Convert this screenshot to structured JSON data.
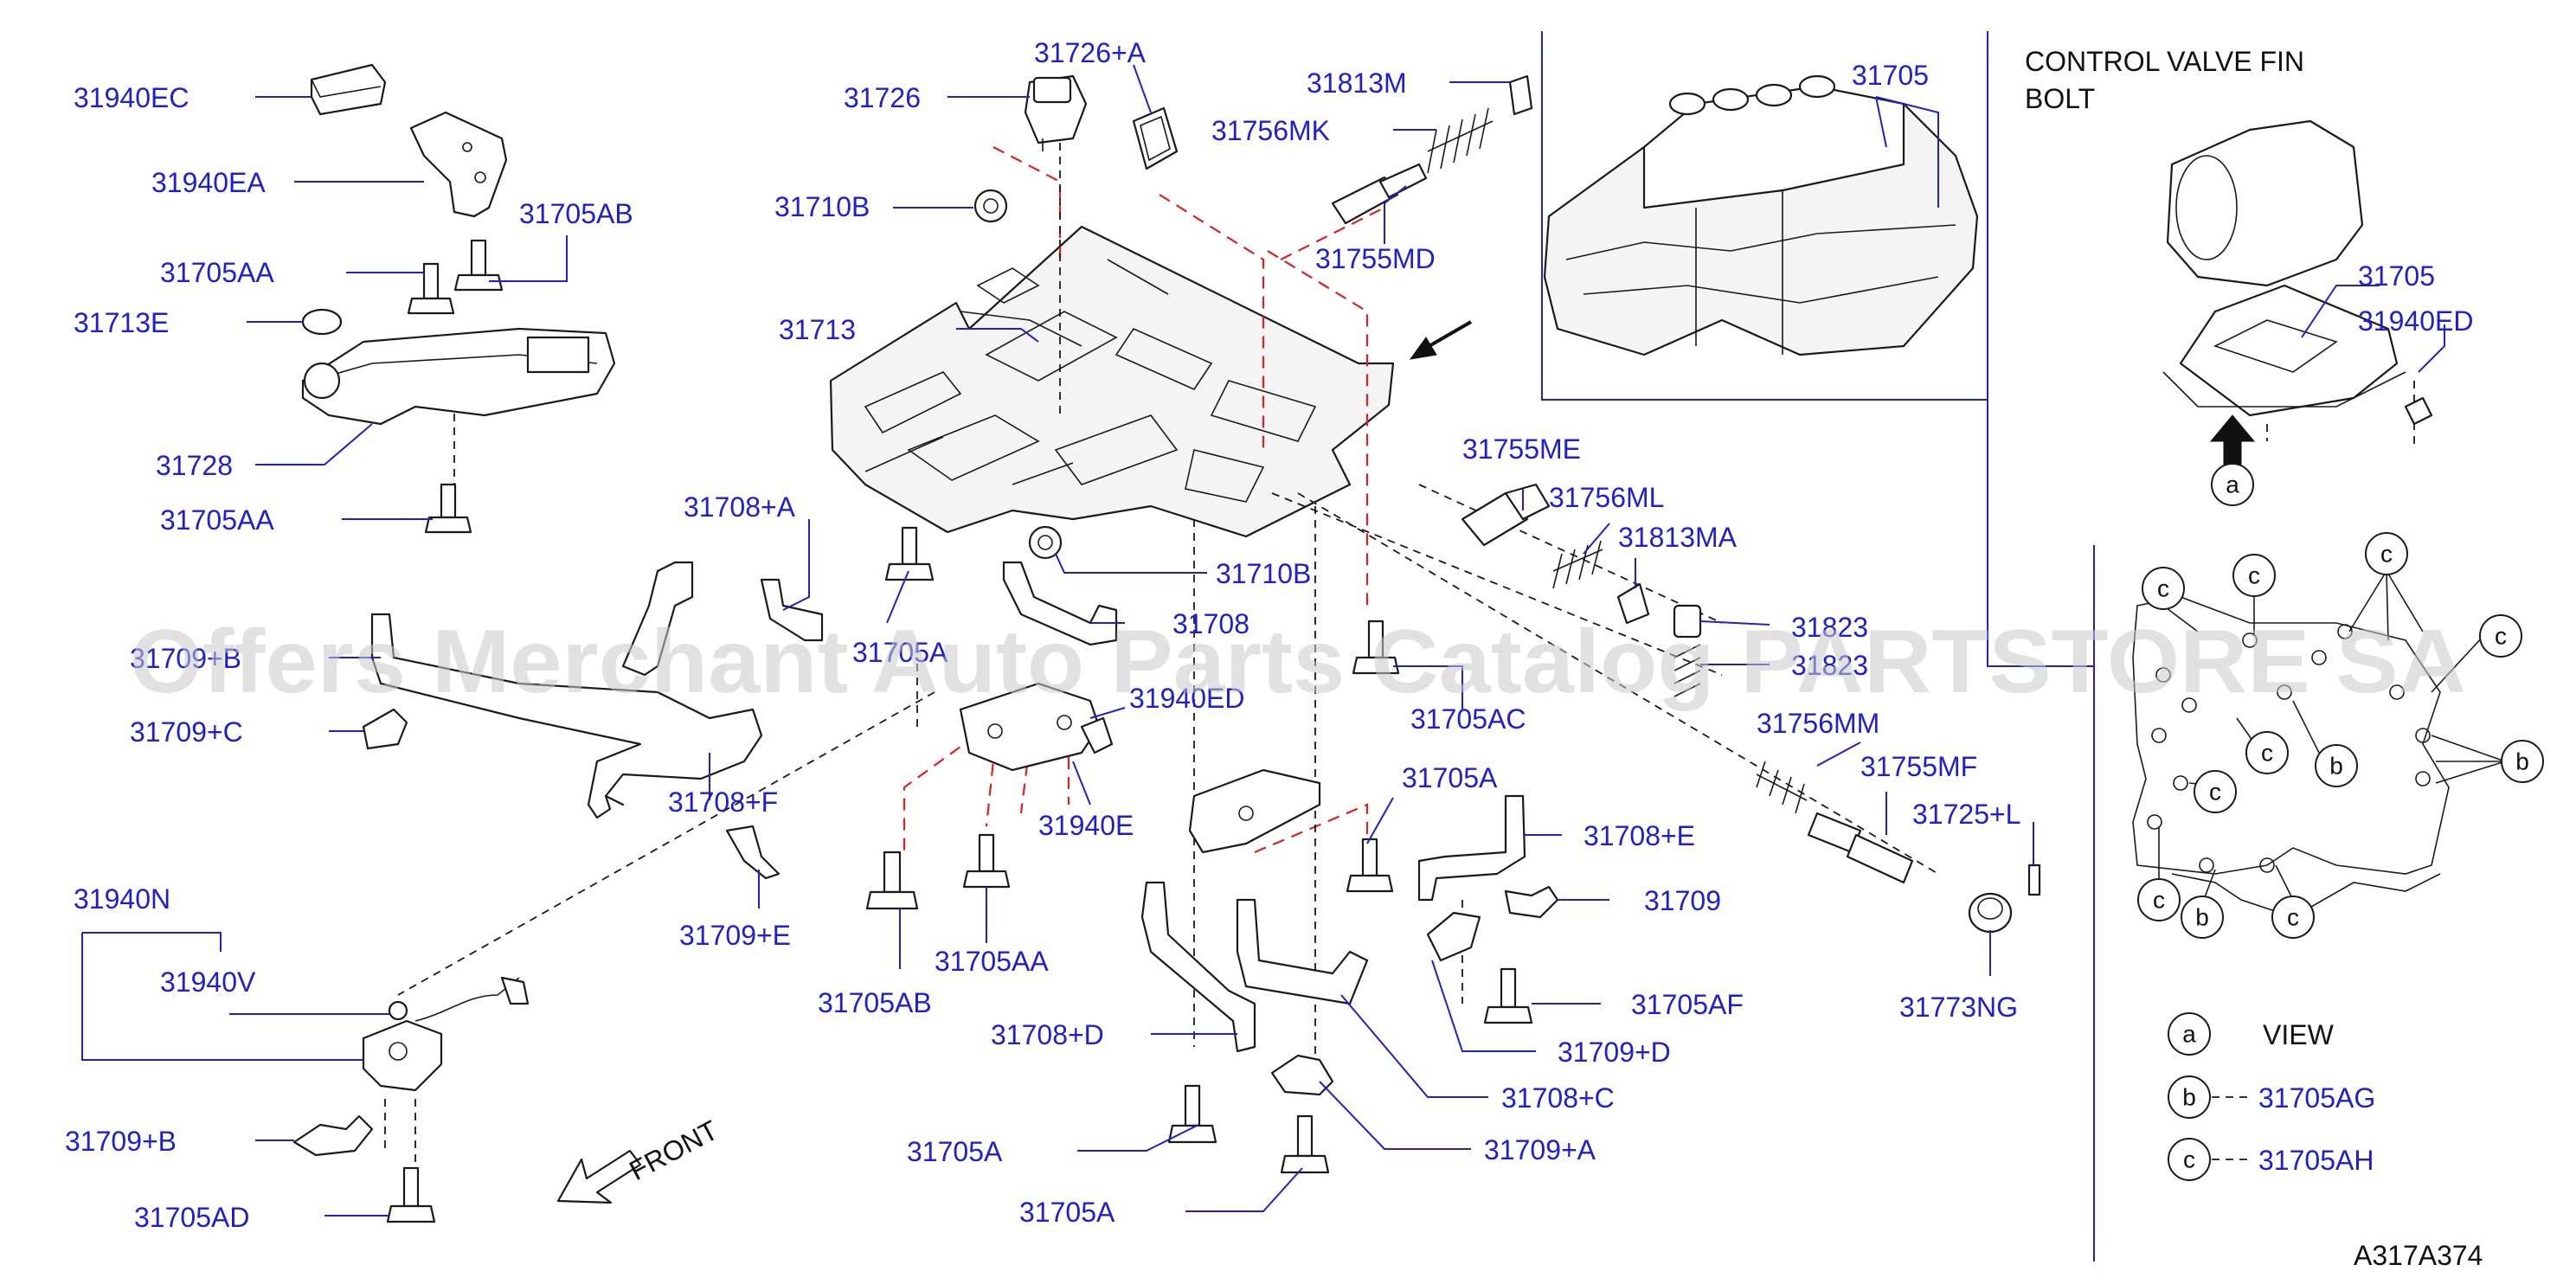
{
  "diagram_code": "A317A374",
  "watermark": "Offers Merchant Auto Parts Catalog PARTSTORE SA",
  "inset_title_line1": "CONTROL  VALVE  FIN",
  "inset_title_line2": "BOLT",
  "front_label": "FRONT",
  "view_label": "VIEW",
  "legend": {
    "a": "a",
    "b": "b",
    "c": "c",
    "b_part": "31705AG",
    "c_part": "31705AH"
  },
  "labels": {
    "l31940EC": "31940EC",
    "l31940EA": "31940EA",
    "l31705AB_top": "31705AB",
    "l31705AA_1": "31705AA",
    "l31713E": "31713E",
    "l31728": "31728",
    "l31705AA_2": "31705AA",
    "l31708A": "31708+A",
    "l31709B": "31709+B",
    "l31709C": "31709+C",
    "l31708F": "31708+F",
    "l31709E": "31709+E",
    "l31940N": "31940N",
    "l31940V": "31940V",
    "l31709Bb": "31709+B",
    "l31705AD": "31705AD",
    "l31726": "31726",
    "l31726A": "31726+A",
    "l31710B_1": "31710B",
    "l31713": "31713",
    "l31813M": "31813M",
    "l31756MK": "31756MK",
    "l31755MD": "31755MD",
    "l31705": "31705",
    "l31705A_1": "31705A",
    "l31710B_2": "31710B",
    "l31708": "31708",
    "l31940ED_m": "31940ED",
    "l31940E": "31940E",
    "l31705AB_2": "31705AB",
    "l31705AA_3": "31705AA",
    "l31755ME": "31755ME",
    "l31756ML": "31756ML",
    "l31813MA": "31813MA",
    "l31823": "31823",
    "l31823b": "31823",
    "l31705AC": "31705AC",
    "l31756MM": "31756MM",
    "l31755MF": "31755MF",
    "l31725L": "31725+L",
    "l31773NG": "31773NG",
    "l31705A_2": "31705A",
    "l31708E": "31708+E",
    "l31709": "31709",
    "l31705AF": "31705AF",
    "l31709D": "31709+D",
    "l31708D": "31708+D",
    "l31708C": "31708+C",
    "l31705A_3": "31705A",
    "l31709A": "31709+A",
    "l31705A_4": "31705A",
    "l31705_inset": "31705",
    "l31940ED_inset": "31940ED"
  }
}
